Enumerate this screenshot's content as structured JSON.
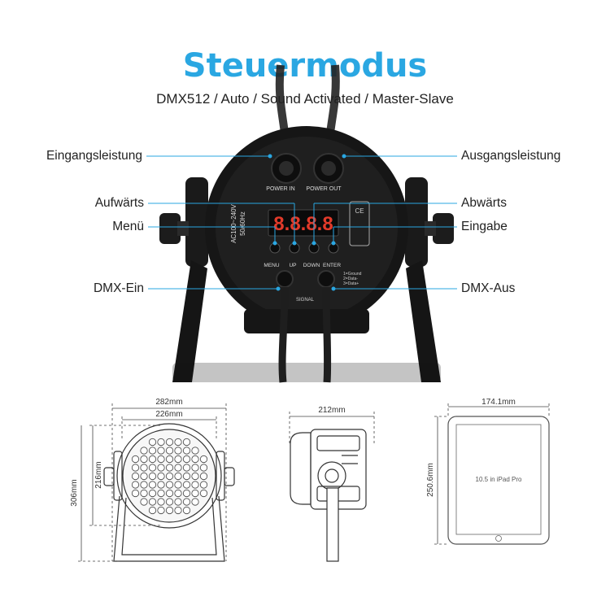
{
  "header": {
    "title": "Steuermodus",
    "subtitle": "DMX512 / Auto / Sound Activated / Master-Slave"
  },
  "callouts": {
    "input_power": "Eingangsleistung",
    "output_power": "Ausgangsleistung",
    "up": "Aufwärts",
    "down": "Abwärts",
    "menu": "Menü",
    "enter": "Eingabe",
    "dmx_in": "DMX-Ein",
    "dmx_out": "DMX-Aus"
  },
  "panel": {
    "power_in": "POWER IN",
    "power_out": "POWER OUT",
    "voltage": "AC100~240V",
    "frequency": "50/60Hz",
    "display": "8.8.8.8",
    "btn_menu": "MENU",
    "btn_up": "UP",
    "btn_down": "DOWN",
    "btn_enter": "ENTER",
    "pin1": "1=Ground",
    "pin2": "2=Data-",
    "pin3": "3=Data+",
    "signal": "SIGNAL",
    "ce": "CE"
  },
  "dimensions": {
    "width_total": "282mm",
    "width_body": "226mm",
    "height_body": "216mm",
    "height_total": "306mm",
    "depth": "212mm",
    "ipad_width": "174.1mm",
    "ipad_height": "250.6mm",
    "ipad_label": "10.5 in iPad Pro"
  },
  "colors": {
    "title": "#2aa7e2",
    "callout_line": "#2aa7e2",
    "dimension_line": "#444444",
    "fixture": "#151515"
  }
}
